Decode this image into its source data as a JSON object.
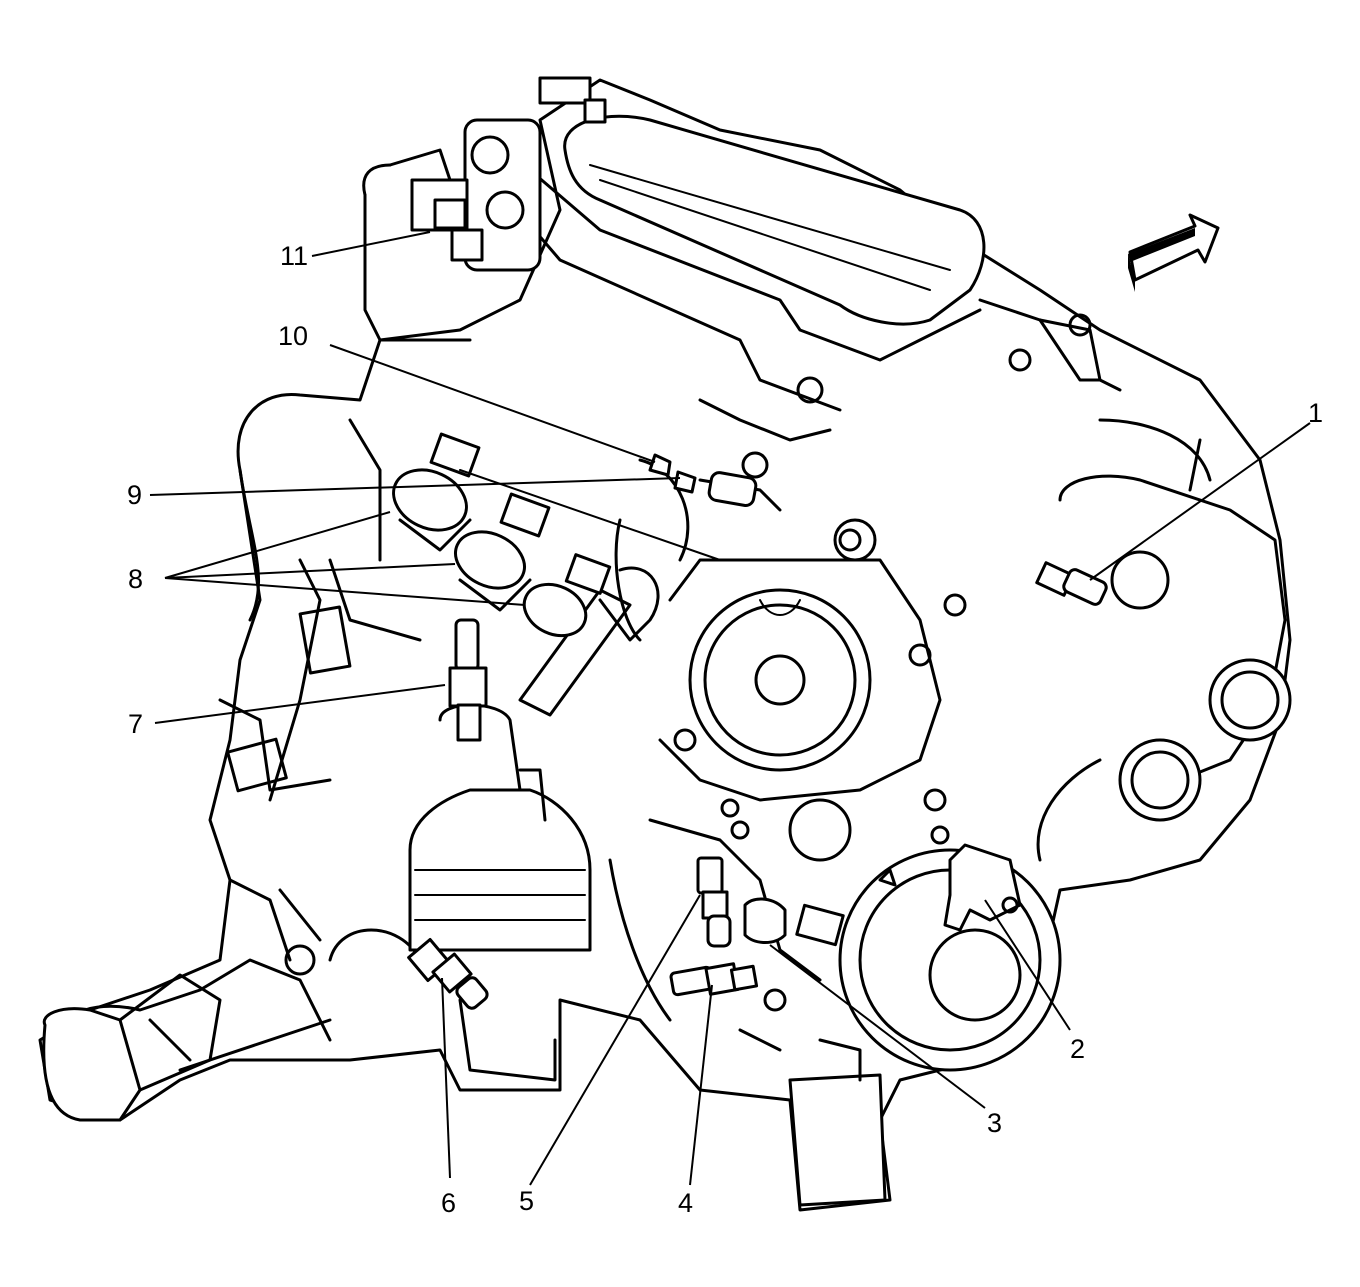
{
  "callouts": [
    {
      "id": "1",
      "label": "1"
    },
    {
      "id": "2",
      "label": "2"
    },
    {
      "id": "3",
      "label": "3"
    },
    {
      "id": "4",
      "label": "4"
    },
    {
      "id": "5",
      "label": "5"
    },
    {
      "id": "6",
      "label": "6"
    },
    {
      "id": "7",
      "label": "7"
    },
    {
      "id": "8",
      "label": "8"
    },
    {
      "id": "9",
      "label": "9"
    },
    {
      "id": "10",
      "label": "10"
    },
    {
      "id": "11",
      "label": "11"
    }
  ],
  "icons": {
    "direction": "front-arrow-icon"
  }
}
